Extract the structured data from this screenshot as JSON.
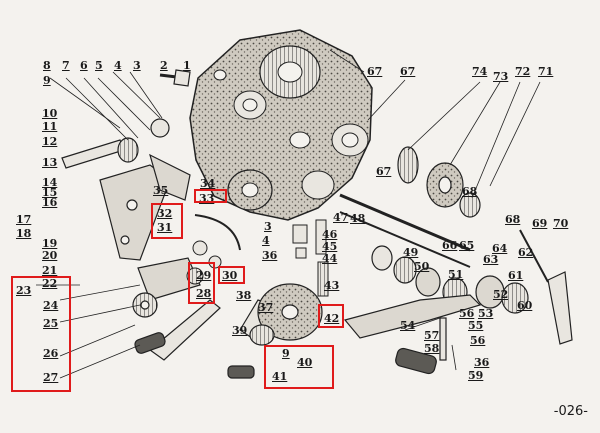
{
  "page_number": "-026-",
  "colors": {
    "highlight": "#e01b1b",
    "ink": "#1a1a1a",
    "paper": "#f4f2ee",
    "casting": "#bdb8ae"
  },
  "callouts": [
    {
      "id": "1",
      "text": "1"
    },
    {
      "id": "2",
      "text": "2"
    },
    {
      "id": "3",
      "text": "3"
    },
    {
      "id": "4",
      "text": "4"
    },
    {
      "id": "5",
      "text": "5"
    },
    {
      "id": "6",
      "text": "6"
    },
    {
      "id": "7",
      "text": "7"
    },
    {
      "id": "8",
      "text": "8"
    },
    {
      "id": "9",
      "text": "9"
    },
    {
      "id": "10",
      "text": "10"
    },
    {
      "id": "11",
      "text": "11"
    },
    {
      "id": "12",
      "text": "12"
    },
    {
      "id": "13",
      "text": "13"
    },
    {
      "id": "14",
      "text": "14"
    },
    {
      "id": "15",
      "text": "15"
    },
    {
      "id": "16",
      "text": "16"
    },
    {
      "id": "17",
      "text": "17"
    },
    {
      "id": "18",
      "text": "18"
    },
    {
      "id": "19",
      "text": "19"
    },
    {
      "id": "20",
      "text": "20"
    },
    {
      "id": "21",
      "text": "21"
    },
    {
      "id": "22",
      "text": "22"
    },
    {
      "id": "23",
      "text": "23"
    },
    {
      "id": "24",
      "text": "24"
    },
    {
      "id": "25",
      "text": "25"
    },
    {
      "id": "26",
      "text": "26"
    },
    {
      "id": "27",
      "text": "27"
    },
    {
      "id": "28",
      "text": "28"
    },
    {
      "id": "29",
      "text": "29"
    },
    {
      "id": "30",
      "text": "30"
    },
    {
      "id": "31",
      "text": "31"
    },
    {
      "id": "32",
      "text": "32"
    },
    {
      "id": "33",
      "text": "33"
    },
    {
      "id": "34",
      "text": "34"
    },
    {
      "id": "35",
      "text": "35"
    },
    {
      "id": "36",
      "text": "36"
    },
    {
      "id": "37",
      "text": "37"
    },
    {
      "id": "38",
      "text": "38"
    },
    {
      "id": "39",
      "text": "39"
    },
    {
      "id": "40",
      "text": "40"
    },
    {
      "id": "41",
      "text": "41"
    },
    {
      "id": "42",
      "text": "42"
    },
    {
      "id": "43",
      "text": "43"
    },
    {
      "id": "44",
      "text": "44"
    },
    {
      "id": "45",
      "text": "45"
    },
    {
      "id": "46",
      "text": "46"
    },
    {
      "id": "47",
      "text": "47"
    },
    {
      "id": "48",
      "text": "48"
    },
    {
      "id": "49",
      "text": "49"
    },
    {
      "id": "50",
      "text": "50"
    },
    {
      "id": "51",
      "text": "51"
    },
    {
      "id": "52",
      "text": "52"
    },
    {
      "id": "53",
      "text": "53"
    },
    {
      "id": "54",
      "text": "54"
    },
    {
      "id": "55",
      "text": "55"
    },
    {
      "id": "56",
      "text": "56"
    },
    {
      "id": "57",
      "text": "57"
    },
    {
      "id": "58",
      "text": "58"
    },
    {
      "id": "59",
      "text": "59"
    },
    {
      "id": "60",
      "text": "60"
    },
    {
      "id": "61",
      "text": "61"
    },
    {
      "id": "62",
      "text": "62"
    },
    {
      "id": "63",
      "text": "63"
    },
    {
      "id": "64",
      "text": "64"
    },
    {
      "id": "65",
      "text": "65"
    },
    {
      "id": "66",
      "text": "66"
    },
    {
      "id": "67a",
      "text": "67"
    },
    {
      "id": "67b",
      "text": "67"
    },
    {
      "id": "67c",
      "text": "67"
    },
    {
      "id": "68a",
      "text": "68"
    },
    {
      "id": "68b",
      "text": "68"
    },
    {
      "id": "69",
      "text": "69"
    },
    {
      "id": "70",
      "text": "70"
    },
    {
      "id": "71",
      "text": "71"
    },
    {
      "id": "72",
      "text": "72"
    },
    {
      "id": "73",
      "text": "73"
    },
    {
      "id": "74",
      "text": "74"
    },
    {
      "id": "4b",
      "text": "4"
    },
    {
      "id": "3b",
      "text": "3"
    },
    {
      "id": "36b",
      "text": "36"
    },
    {
      "id": "9b",
      "text": "9"
    },
    {
      "id": "56b",
      "text": "56"
    }
  ],
  "highlight_groups": [
    {
      "id": "hl-23-27",
      "labels": [
        "23",
        "24",
        "25",
        "26",
        "27"
      ]
    },
    {
      "id": "hl-32-31",
      "labels": [
        "32",
        "31"
      ]
    },
    {
      "id": "hl-33",
      "labels": [
        "33"
      ]
    },
    {
      "id": "hl-29-28",
      "labels": [
        "29",
        "28"
      ]
    },
    {
      "id": "hl-30",
      "labels": [
        "30"
      ]
    },
    {
      "id": "hl-42",
      "labels": [
        "42"
      ]
    },
    {
      "id": "hl-40-41",
      "labels": [
        "40",
        "41"
      ]
    }
  ]
}
